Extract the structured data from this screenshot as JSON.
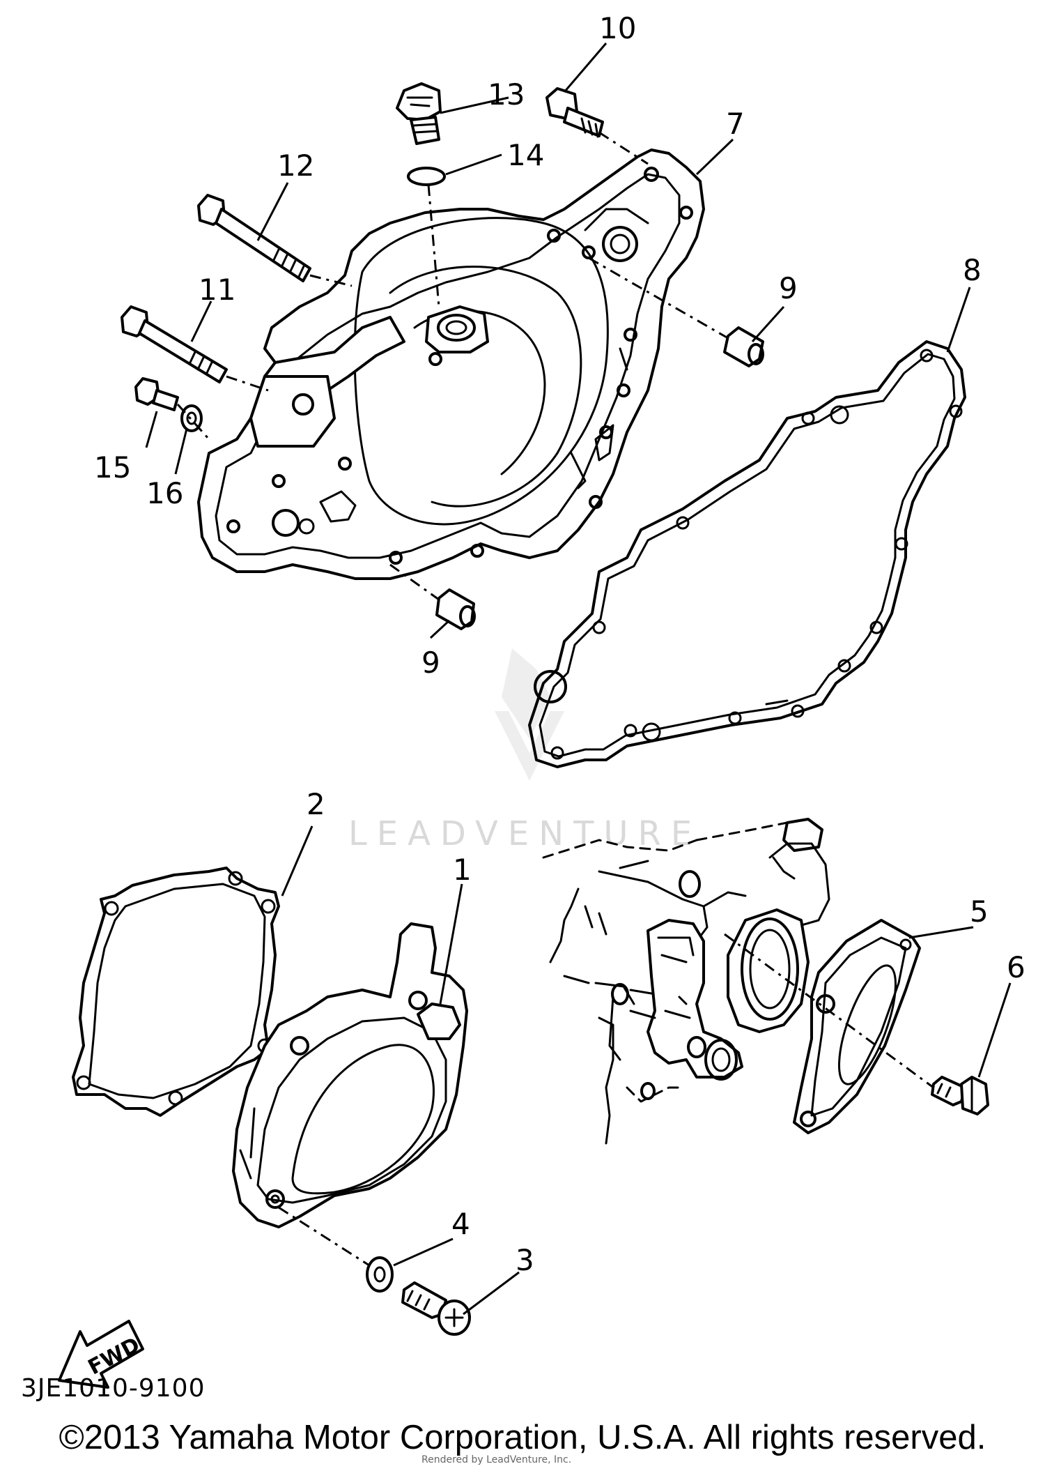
{
  "watermark": "LEADVENTURE",
  "watermark_small": "Rendered by LeadVenture, Inc.",
  "diagram_code": "3JE1010-9100",
  "fwd_label": "FWD",
  "copyright": "©2013 Yamaha Motor Corporation, U.S.A. All rights reserved.",
  "callouts": [
    "1",
    "2",
    "3",
    "4",
    "5",
    "6",
    "7",
    "8",
    "9",
    "9",
    "10",
    "11",
    "12",
    "13",
    "14",
    "15",
    "16"
  ]
}
